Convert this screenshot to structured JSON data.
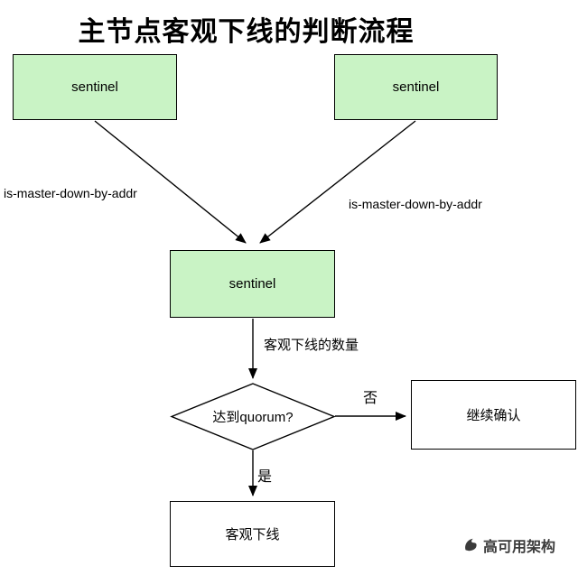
{
  "title": "主节点客观下线的判断流程",
  "nodes": {
    "sentinel_left": "sentinel",
    "sentinel_right": "sentinel",
    "sentinel_center": "sentinel",
    "decision": "达到quorum?",
    "continue_confirm": "继续确认",
    "objective_offline": "客观下线"
  },
  "edge_labels": {
    "left_check": "is-master-down-by-addr",
    "right_check": "is-master-down-by-addr",
    "offline_count": "客观下线的数量",
    "no": "否",
    "yes": "是"
  },
  "watermark": "高可用架构",
  "colors": {
    "sentinel_fill": "#c9f3c5",
    "node_border": "#000000",
    "arrow": "#000000",
    "watermark_text": "#3b3b3b"
  }
}
